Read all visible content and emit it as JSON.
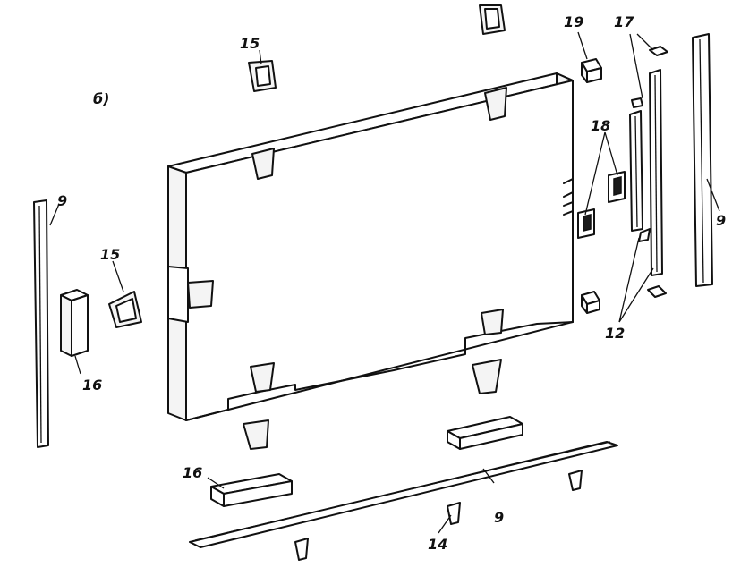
{
  "figure_label": "б)",
  "callouts": {
    "part_9_left": "9",
    "part_9_right": "9",
    "part_9_bottom": "9",
    "part_12": "12",
    "part_14": "14",
    "part_15_top": "15",
    "part_15_left": "15",
    "part_16_left": "16",
    "part_16_bottom": "16",
    "part_17": "17",
    "part_18": "18",
    "part_19": "19"
  }
}
